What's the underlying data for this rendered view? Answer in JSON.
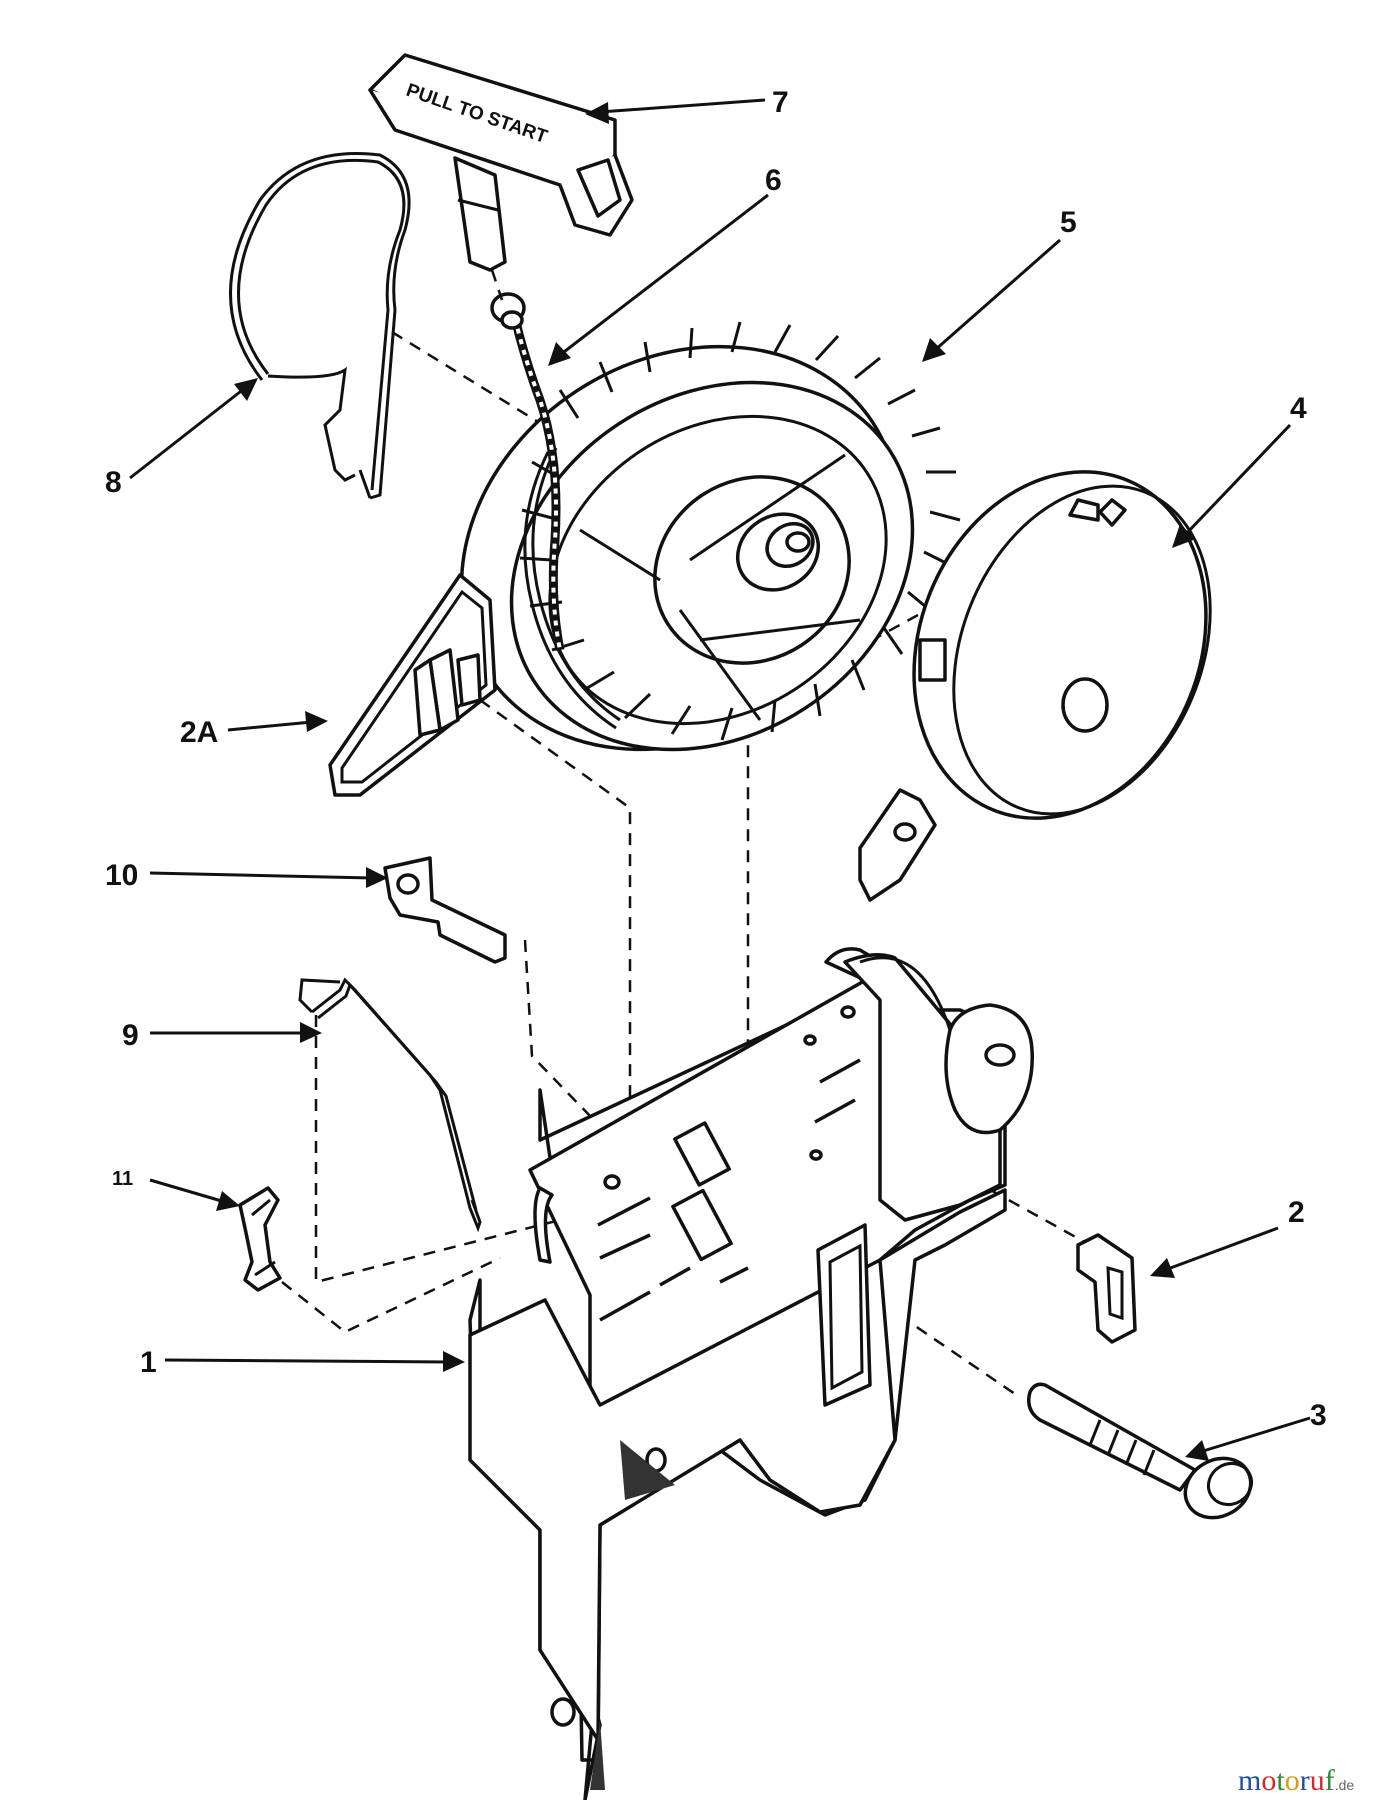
{
  "handle_text": "PULL TO START",
  "labels": {
    "p1": "1",
    "p2": "2",
    "p2a": "2A",
    "p3": "3",
    "p4": "4",
    "p5": "5",
    "p6": "6",
    "p7": "7",
    "p8": "8",
    "p9": "9",
    "p10": "10",
    "p11": "11"
  },
  "watermark": {
    "letters": [
      "m",
      "o",
      "t",
      "o",
      "r",
      "u",
      "f"
    ],
    "colors": [
      "#1f4fa0",
      "#d42a2a",
      "#2a8a3a",
      "#e09a12",
      "#1f4fa0",
      "#d42a2a",
      "#2a8a3a"
    ],
    "suffix": ".de"
  }
}
